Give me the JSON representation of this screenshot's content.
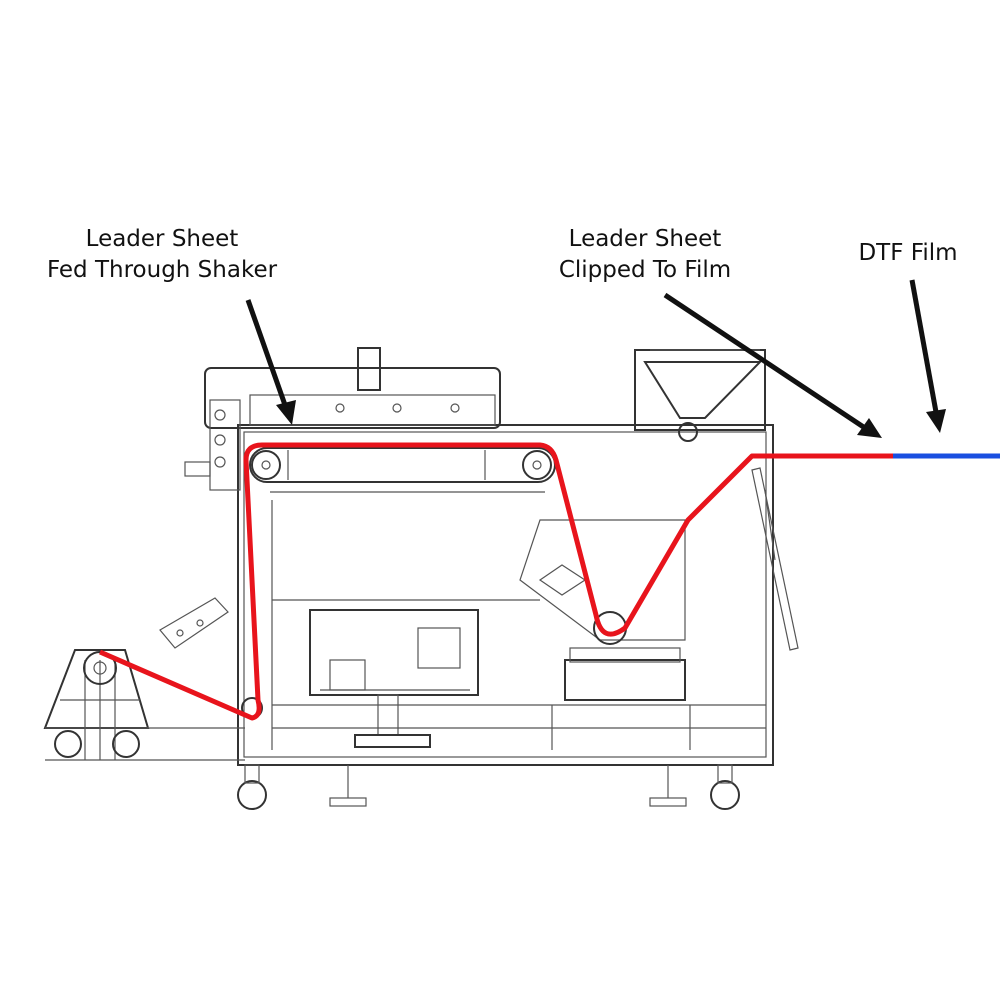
{
  "labels": {
    "shaker": {
      "line1": "Leader Sheet",
      "line2": "Fed Through Shaker"
    },
    "clipped": {
      "line1": "Leader Sheet",
      "line2": "Clipped To Film"
    },
    "film": "DTF Film"
  },
  "colors": {
    "leader_sheet": "#e8141c",
    "dtf_film": "#1a4fe0",
    "arrow": "#111111",
    "machine": "#333333"
  }
}
